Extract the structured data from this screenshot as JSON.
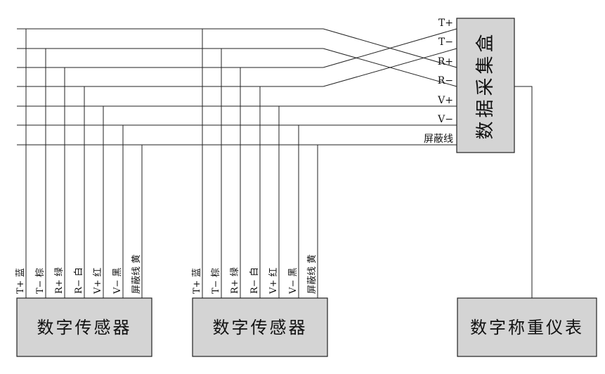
{
  "collector": {
    "title": "数据采集盒",
    "terminals": [
      "T+",
      "T−",
      "R+",
      "R−",
      "V+",
      "V−",
      "屏蔽线"
    ]
  },
  "sensor_1": {
    "title": "数字传感器",
    "pins": [
      "T+ 蓝",
      "T− 棕",
      "R+ 绿",
      "R− 白",
      "V+ 红",
      "V− 黑",
      "屏蔽线 黄"
    ]
  },
  "sensor_2": {
    "title": "数字传感器",
    "pins": [
      "T+ 蓝",
      "T− 棕",
      "R+ 绿",
      "R− 白",
      "V+ 红",
      "V− 黑",
      "屏蔽线 黄"
    ]
  },
  "indicator": {
    "title": "数字称重仪表"
  }
}
